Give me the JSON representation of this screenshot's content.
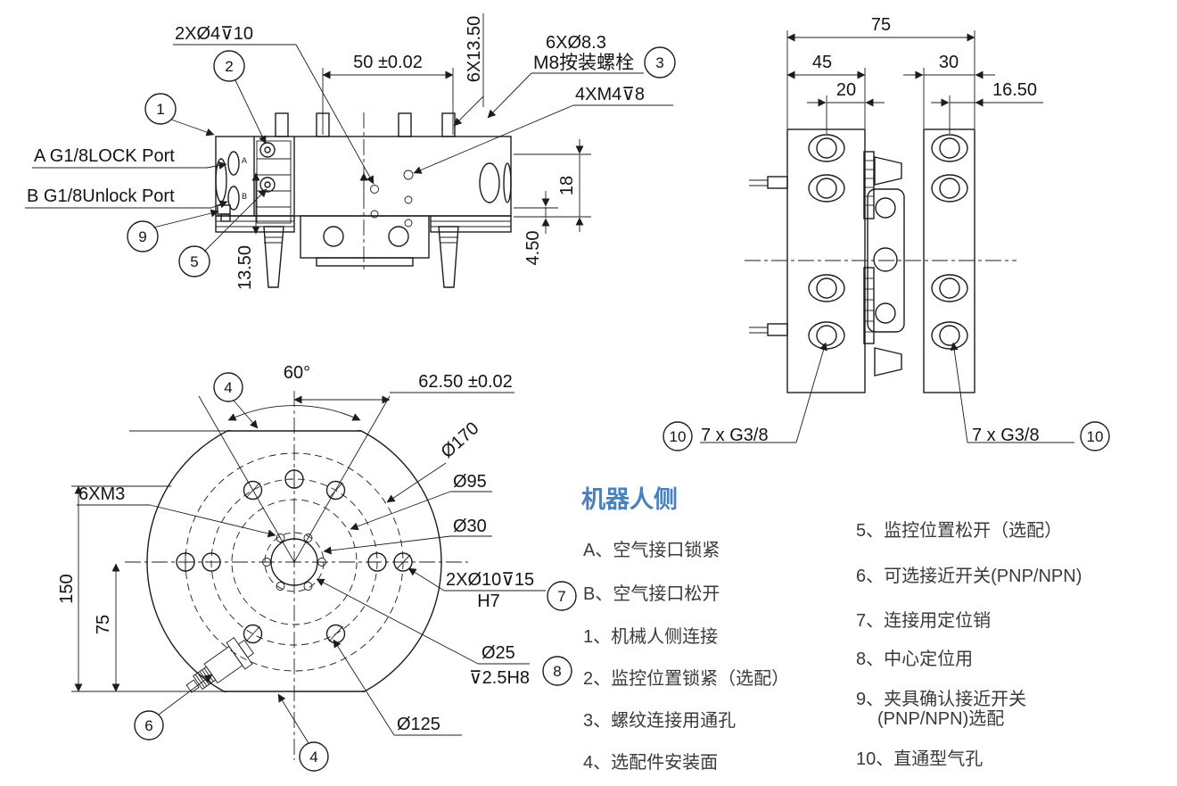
{
  "colors": {
    "line": "#1c1c1c",
    "legend_title": "#4a80bd",
    "legend_text": "#3a3a3a"
  },
  "side_view": {
    "note_2x4": "2XØ4⊽10",
    "dim_50": "50 ±0.02",
    "note_6x135": "6X13.50",
    "note_6x83": "6XØ8.3",
    "note_m8": "M8按装螺栓",
    "note_4xm4": "4XM4⊽8",
    "port_a": "A G1/8LOCK Port",
    "port_b": "B G1/8Unlock Port",
    "label_a": "A",
    "label_b": "B",
    "dim_135": "13.50",
    "dim_18": "18",
    "dim_45": "4.50",
    "balloons": {
      "b1": "1",
      "b2": "2",
      "b3": "3",
      "b5": "5",
      "b9": "9"
    }
  },
  "plates_view": {
    "dim_75": "75",
    "dim_45": "45",
    "dim_30": "30",
    "dim_20": "20",
    "dim_165": "16.50",
    "port_note_left": "7 x G3/8",
    "port_note_right": "7 x G3/8",
    "balloon_10": "10"
  },
  "face_view": {
    "dim_60": "60°",
    "dim_625": "62.50 ±0.02",
    "d170": "Ø170",
    "d95": "Ø95",
    "d30": "Ø30",
    "note_2x10": "2XØ10⊽15",
    "note_h7": "H7",
    "d25": "Ø25",
    "note_d25_depth": "⊽2.5H8",
    "d125": "Ø125",
    "note_6xm3": "6XM3",
    "dim_150": "150",
    "dim_75": "75",
    "balloons": {
      "b4": "4",
      "b6": "6",
      "b7": "7",
      "b8": "8"
    }
  },
  "legend": {
    "title": "机器人侧",
    "left_items": [
      {
        "text": "A、空气接口锁紧"
      },
      {
        "text": "B、空气接口松开"
      },
      {
        "text": "1、机械人侧连接"
      },
      {
        "text": "2、监控位置锁紧（选配）"
      },
      {
        "text": "3、螺纹连接用通孔"
      },
      {
        "text": "4、选配件安装面"
      }
    ],
    "right_items": [
      {
        "text": "5、监控位置松开（选配）"
      },
      {
        "text": "6、可选接近开关(PNP/NPN)"
      },
      {
        "text": "7、连接用定位销"
      },
      {
        "text": "8、中心定位用"
      },
      {
        "text": "9、夹具确认接近开关",
        "text2": "(PNP/NPN)选配"
      },
      {
        "text": "10、直通型气孔"
      }
    ]
  }
}
